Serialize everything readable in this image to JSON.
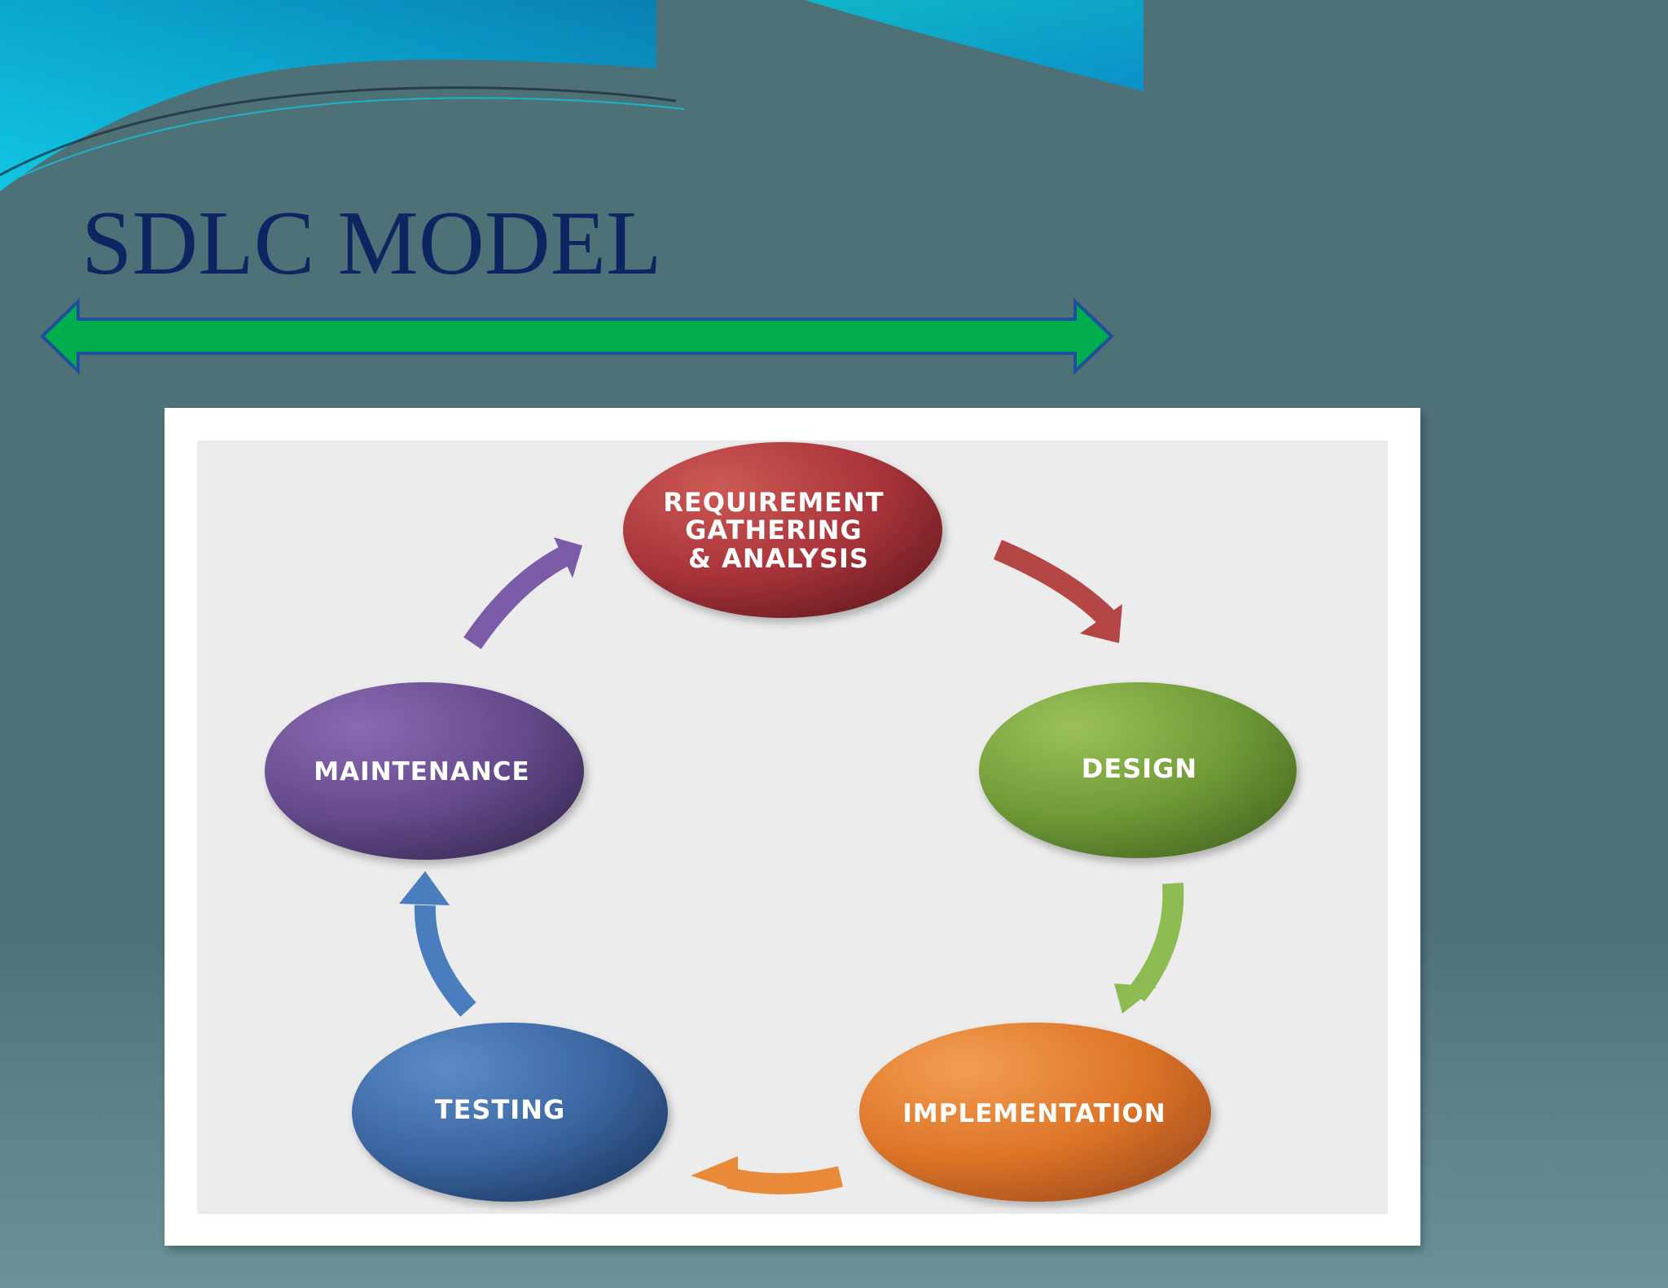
{
  "slide": {
    "title": "SDLC MODEL",
    "colors": {
      "background": "#4e7178",
      "title": "#0d2560",
      "arrow_fill": "#00ad4f",
      "arrow_stroke": "#1f4f9a",
      "panel_border": "#ffffff",
      "panel_fill": "#ececec"
    }
  },
  "diagram": {
    "type": "cycle",
    "phases": [
      {
        "id": "requirement",
        "lines": [
          "REQUIREMENT",
          "GATHERING",
          "& ANALYSIS"
        ],
        "color": "#b23c38"
      },
      {
        "id": "design",
        "lines": [
          "DESIGN"
        ],
        "color": "#78a03c"
      },
      {
        "id": "implementation",
        "lines": [
          "IMPLEMENTATION"
        ],
        "color": "#e2782c"
      },
      {
        "id": "testing",
        "lines": [
          "TESTING"
        ],
        "color": "#3b68a4"
      },
      {
        "id": "maintenance",
        "lines": [
          "MAINTENANCE"
        ],
        "color": "#6c4e92"
      }
    ],
    "connectors": [
      {
        "from": "requirement",
        "to": "design",
        "color": "#b44646"
      },
      {
        "from": "design",
        "to": "implementation",
        "color": "#8cbb52"
      },
      {
        "from": "implementation",
        "to": "testing",
        "color": "#e88a3a"
      },
      {
        "from": "testing",
        "to": "maintenance",
        "color": "#4a7dbd"
      },
      {
        "from": "maintenance",
        "to": "requirement",
        "color": "#7a5ca8"
      }
    ]
  }
}
